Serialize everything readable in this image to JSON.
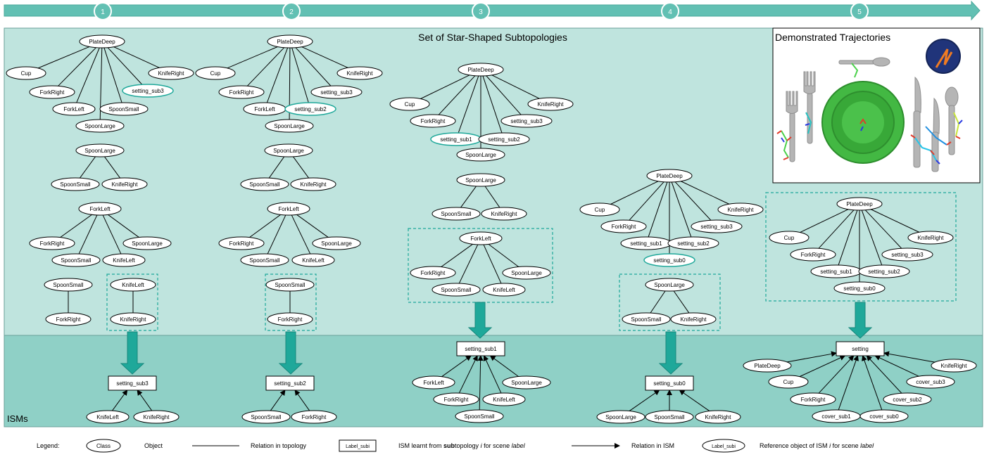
{
  "colors": {
    "bg_top": "#bfe4de",
    "bg_bottom": "#8fd0c6",
    "accent": "#1fa89a",
    "highlight_text": "#1fa89a",
    "bar": "#62c0b3"
  },
  "progress": {
    "steps": [
      "1",
      "2",
      "3",
      "4",
      "5"
    ]
  },
  "topologies_title": "Set of Star-Shaped Subtopologies",
  "isms_title": "ISMs",
  "trajectories_title": "Demonstrated Trajectories",
  "legend": {
    "title": "Legend:",
    "class_sample": "Class",
    "object_text": "Object",
    "relation_topology": "Relation in topology",
    "ism_sample": "Label_subi",
    "ism_text_a": "ISM learnt from ",
    "ism_text_b": "sub",
    "ism_text_c": "topology ",
    "ism_text_d": "i",
    "ism_text_e": " for scene ",
    "ism_text_f": "label",
    "relation_ism": "Relation in ISM",
    "ref_sample": "Label_subi",
    "ref_text_a": "Reference object of ISM ",
    "ref_text_b": "i",
    "ref_text_c": " for scene ",
    "ref_text_d": "label"
  },
  "labels": {
    "n1a_root": "PlateDeep",
    "n1a_cup": "Cup",
    "n1a_forkright": "ForkRight",
    "n1a_forkleft": "ForkLeft",
    "n1a_spoonlarge": "SpoonLarge",
    "n1a_spoonsmall": "SpoonSmall",
    "n1a_sub3": "setting_sub3",
    "n1a_kniferight": "KnifeRight",
    "n1b_root": "SpoonLarge",
    "n1b_spoonsmall": "SpoonSmall",
    "n1b_kniferight": "KnifeRight",
    "n1c_root": "ForkLeft",
    "n1c_forkright": "ForkRight",
    "n1c_spoonsmall": "SpoonSmall",
    "n1c_knifeleft": "KnifeLeft",
    "n1c_spoonlarge": "SpoonLarge",
    "n1d_root": "SpoonSmall",
    "n1d_forkright": "ForkRight",
    "n1e_root": "KnifeLeft",
    "n1e_kniferight": "KnifeRight",
    "i1_box": "setting_sub3",
    "i1_knifeleft": "KnifeLeft",
    "i1_kniferight": "KnifeRight",
    "n2a_root": "PlateDeep",
    "n2a_cup": "Cup",
    "n2a_forkright": "ForkRight",
    "n2a_forkleft": "ForkLeft",
    "n2a_spoonlarge": "SpoonLarge",
    "n2a_sub2": "setting_sub2",
    "n2a_sub3": "setting_sub3",
    "n2a_kniferight": "KnifeRight",
    "n2b_root": "SpoonLarge",
    "n2b_spoonsmall": "SpoonSmall",
    "n2b_kniferight": "KnifeRight",
    "n2c_root": "ForkLeft",
    "n2c_forkright": "ForkRight",
    "n2c_spoonsmall": "SpoonSmall",
    "n2c_knifeleft": "KnifeLeft",
    "n2c_spoonlarge": "SpoonLarge",
    "n2d_root": "SpoonSmall",
    "n2d_forkright": "ForkRight",
    "i2_box": "setting_sub2",
    "i2_spoonsmall": "SpoonSmall",
    "i2_forkright": "ForkRight",
    "n3a_root": "PlateDeep",
    "n3a_cup": "Cup",
    "n3a_forkright": "ForkRight",
    "n3a_sub1": "setting_sub1",
    "n3a_spoonlarge": "SpoonLarge",
    "n3a_sub2": "setting_sub2",
    "n3a_sub3": "setting_sub3",
    "n3a_kniferight": "KnifeRight",
    "n3b_root": "SpoonLarge",
    "n3b_spoonsmall": "SpoonSmall",
    "n3b_kniferight": "KnifeRight",
    "n3c_root": "ForkLeft",
    "n3c_forkright": "ForkRight",
    "n3c_spoonsmall": "SpoonSmall",
    "n3c_knifeleft": "KnifeLeft",
    "n3c_spoonlarge": "SpoonLarge",
    "i3_box": "setting_sub1",
    "i3_forkleft": "ForkLeft",
    "i3_forkright": "ForkRight",
    "i3_spoonsmall": "SpoonSmall",
    "i3_knifeleft": "KnifeLeft",
    "i3_spoonlarge": "SpoonLarge",
    "n4a_root": "PlateDeep",
    "n4a_cup": "Cup",
    "n4a_forkright": "ForkRight",
    "n4a_sub1": "setting_sub1",
    "n4a_sub0": "setting_sub0",
    "n4a_sub2": "setting_sub2",
    "n4a_sub3": "setting_sub3",
    "n4a_kniferight": "KnifeRight",
    "n4b_root": "SpoonLarge",
    "n4b_spoonsmall": "SpoonSmall",
    "n4b_kniferight": "KnifeRight",
    "i4_box": "setting_sub0",
    "i4_spoonlarge": "SpoonLarge",
    "i4_spoonsmall": "SpoonSmall",
    "i4_kniferight": "KnifeRight",
    "n5a_root": "PlateDeep",
    "n5a_cup": "Cup",
    "n5a_forkright": "ForkRight",
    "n5a_sub1": "setting_sub1",
    "n5a_sub0": "setting_sub0",
    "n5a_sub2": "setting_sub2",
    "n5a_sub3": "setting_sub3",
    "n5a_kniferight": "KnifeRight",
    "i5_box": "setting",
    "i5_platedeep": "PlateDeep",
    "i5_cup": "Cup",
    "i5_forkright": "ForkRight",
    "i5_cover1": "cover_sub1",
    "i5_cover0": "cover_sub0",
    "i5_cover2": "cover_sub2",
    "i5_cover3": "cover_sub3",
    "i5_kniferight": "KnifeRight"
  }
}
